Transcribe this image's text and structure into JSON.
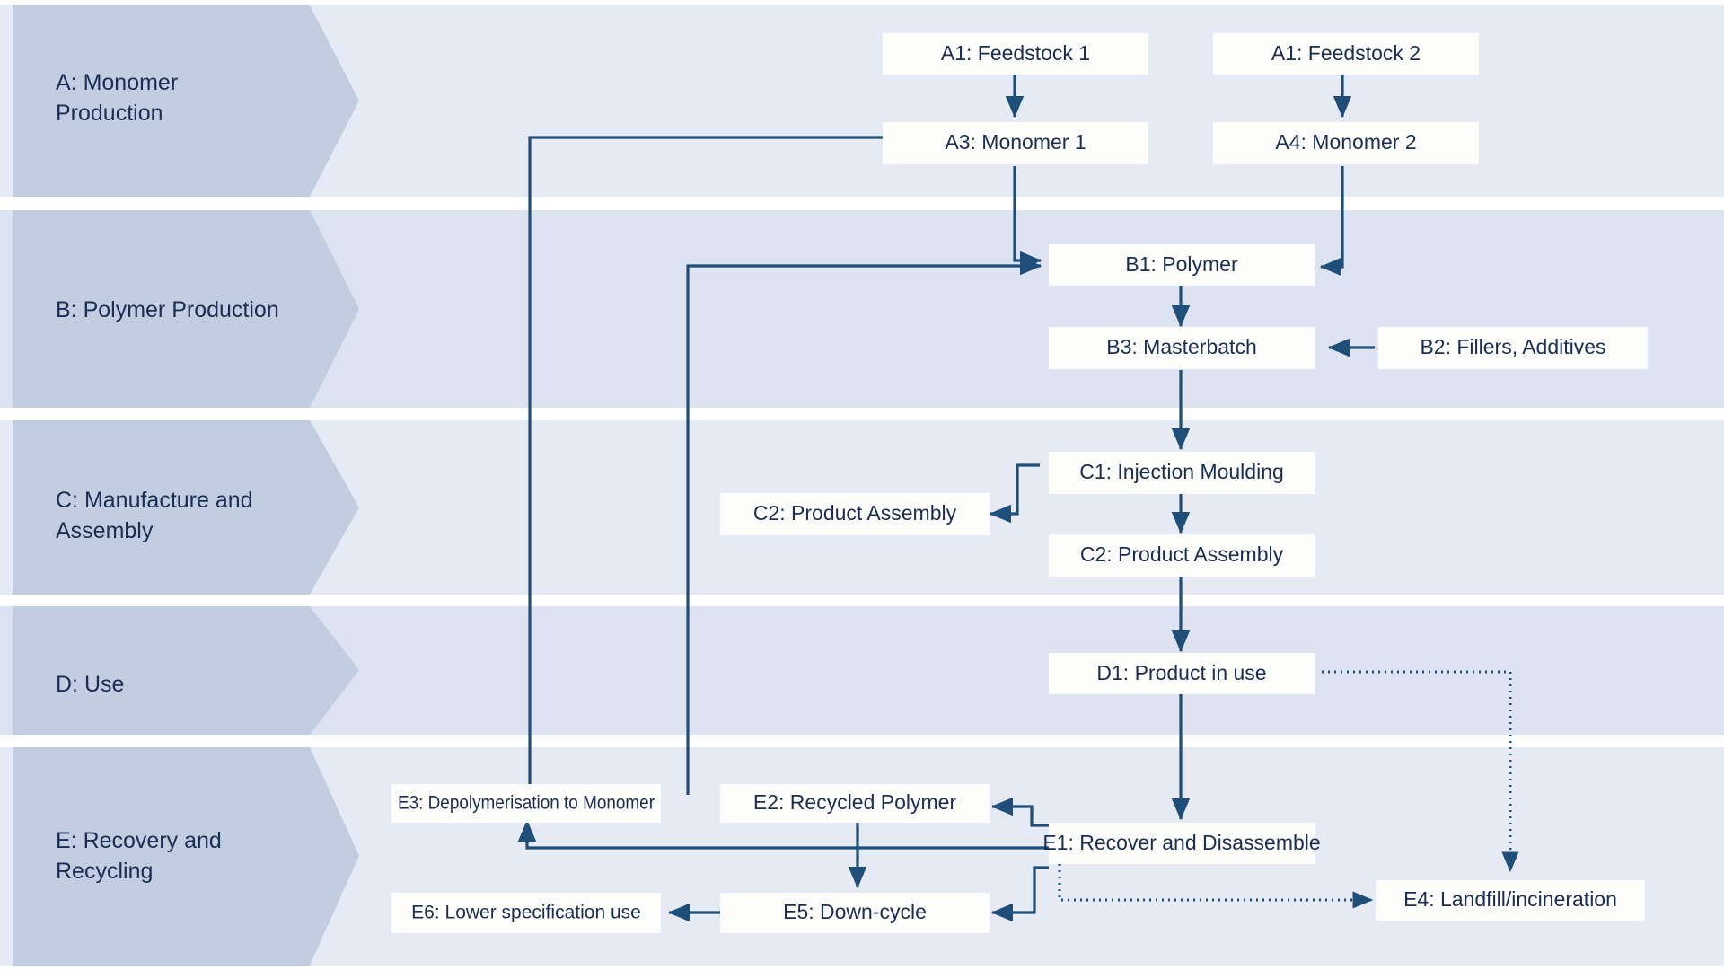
{
  "diagram": {
    "title": "Plastics lifecycle stages flow diagram",
    "colors": {
      "lane_band_light": "#e6eaf4",
      "lane_band_dark": "#dde3f0",
      "chevron_fill": "#c3cde1",
      "node_fill": "#fdfdfb",
      "arrow": "#1f4e79",
      "text": "#1a2d52",
      "page_background": "#ffffff"
    },
    "lanes": [
      {
        "id": "A",
        "label": "A: Monomer\nProduction",
        "line1": "A: Monomer",
        "line2": "Production"
      },
      {
        "id": "B",
        "label": "B: Polymer Production",
        "line1": "B: Polymer Production",
        "line2": ""
      },
      {
        "id": "C",
        "label": "C: Manufacture and\nAssembly",
        "line1": "C: Manufacture and",
        "line2": "Assembly"
      },
      {
        "id": "D",
        "label": "D: Use",
        "line1": "D: Use",
        "line2": ""
      },
      {
        "id": "E",
        "label": "E: Recovery and\nRecycling",
        "line1": "E: Recovery and",
        "line2": "Recycling"
      }
    ],
    "nodes": [
      {
        "key": "A1a",
        "label": "A1: Feedstock 1",
        "lane": "A"
      },
      {
        "key": "A1b",
        "label": "A1: Feedstock 2",
        "lane": "A"
      },
      {
        "key": "A3",
        "label": "A3: Monomer 1",
        "lane": "A"
      },
      {
        "key": "A4",
        "label": "A4: Monomer 2",
        "lane": "A"
      },
      {
        "key": "B1",
        "label": "B1: Polymer",
        "lane": "B"
      },
      {
        "key": "B3",
        "label": "B3: Masterbatch",
        "lane": "B"
      },
      {
        "key": "B2",
        "label": "B2: Fillers, Additives",
        "lane": "B"
      },
      {
        "key": "C1",
        "label": "C1: Injection Moulding",
        "lane": "C"
      },
      {
        "key": "C2l",
        "label": "C2: Product Assembly",
        "lane": "C"
      },
      {
        "key": "C2r",
        "label": "C2: Product Assembly",
        "lane": "C"
      },
      {
        "key": "D1",
        "label": "D1: Product in use",
        "lane": "D"
      },
      {
        "key": "E3",
        "label": "E3: Depolymerisation to Monomer",
        "lane": "E"
      },
      {
        "key": "E2",
        "label": "E2: Recycled Polymer",
        "lane": "E"
      },
      {
        "key": "E1",
        "label": "E1: Recover and Disassemble",
        "lane": "E"
      },
      {
        "key": "E6",
        "label": "E6: Lower specification use",
        "lane": "E"
      },
      {
        "key": "E5",
        "label": "E5: Down-cycle",
        "lane": "E"
      },
      {
        "key": "E4",
        "label": "E4: Landfill/incineration",
        "lane": "E"
      }
    ],
    "edges": [
      {
        "from": "A1a",
        "to": "A3",
        "style": "solid"
      },
      {
        "from": "A1b",
        "to": "A4",
        "style": "solid"
      },
      {
        "from": "A3",
        "to": "B1",
        "style": "solid"
      },
      {
        "from": "A4",
        "to": "B1",
        "style": "solid"
      },
      {
        "from": "B1",
        "to": "B3",
        "style": "solid"
      },
      {
        "from": "B2",
        "to": "B3",
        "style": "solid"
      },
      {
        "from": "B3",
        "to": "C1",
        "style": "solid"
      },
      {
        "from": "C1",
        "to": "C2r",
        "style": "solid"
      },
      {
        "from": "C1",
        "to": "C2l",
        "style": "solid"
      },
      {
        "from": "C2r",
        "to": "D1",
        "style": "solid"
      },
      {
        "from": "D1",
        "to": "E1",
        "style": "solid"
      },
      {
        "from": "D1",
        "to": "E4",
        "style": "dotted"
      },
      {
        "from": "E1",
        "to": "E4",
        "style": "dotted"
      },
      {
        "from": "E1",
        "to": "E2",
        "style": "solid"
      },
      {
        "from": "E1",
        "to": "E3",
        "style": "solid"
      },
      {
        "from": "E1",
        "to": "E5",
        "style": "solid"
      },
      {
        "from": "E2",
        "to": "B1",
        "style": "solid"
      },
      {
        "from": "E2",
        "to": "E5",
        "style": "solid"
      },
      {
        "from": "E3",
        "to": "A3",
        "style": "solid"
      },
      {
        "from": "E5",
        "to": "E6",
        "style": "solid"
      },
      {
        "from": "C2l",
        "to": "C1",
        "style": "solid"
      }
    ]
  }
}
